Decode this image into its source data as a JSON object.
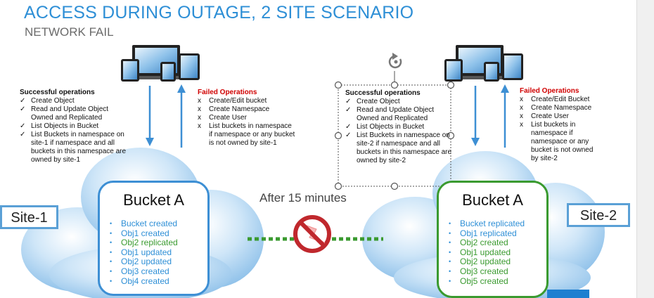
{
  "title": "ACCESS DURING OUTAGE, 2 SITE SCENARIO",
  "subtitle": "NETWORK FAIL",
  "site1": {
    "label": "Site-1",
    "success": {
      "heading": "Successful operations",
      "items": [
        "Create Object",
        "Read and Update Object Owned and Replicated",
        "List Objects in Bucket",
        "List Buckets in namespace on site-1 if namespace and all buckets in this namespace are owned by site-1"
      ]
    },
    "failed": {
      "heading": "Failed Operations",
      "items": [
        "Create/Edit bucket",
        "Create Namespace",
        "Create User",
        "List buckets in namespace if namespace or any bucket is not owned by site-1"
      ]
    },
    "bucket": {
      "title": "Bucket A",
      "items": [
        {
          "text": "Bucket created",
          "color": "#2E8FD6"
        },
        {
          "text": "Obj1 created",
          "color": "#2E8FD6"
        },
        {
          "text": "Obj2 replicated",
          "color": "#3a9a2f"
        },
        {
          "text": "Obj1 updated",
          "color": "#2E8FD6"
        },
        {
          "text": "Obj2 updated",
          "color": "#2E8FD6"
        },
        {
          "text": "Obj3 created",
          "color": "#2E8FD6"
        },
        {
          "text": "Obj4 created",
          "color": "#2E8FD6"
        }
      ]
    }
  },
  "site2": {
    "label": "Site-2",
    "success": {
      "heading": "Successful operations",
      "items": [
        "Create Object",
        "Read and Update Object Owned and Replicated",
        "List Objects in Bucket",
        "List Buckets in namespace on site-2 if namespace and all buckets in this namespace are owned by site-2"
      ]
    },
    "failed": {
      "heading": "Failed Operations",
      "items": [
        "Create/Edit Bucket",
        "Create Namespace",
        "Create User",
        "List buckets in namespace if namespace or any bucket is not owned by site-2"
      ]
    },
    "bucket": {
      "title": "Bucket A",
      "items": [
        {
          "text": "Bucket replicated",
          "color": "#2E8FD6"
        },
        {
          "text": "Obj1 replicated",
          "color": "#2E8FD6"
        },
        {
          "text": "Obj2 created",
          "color": "#3a9a2f"
        },
        {
          "text": "Obj1 updated",
          "color": "#3a9a2f"
        },
        {
          "text": "Obj2 updated",
          "color": "#3a9a2f"
        },
        {
          "text": "Obj3 created",
          "color": "#3a9a2f"
        },
        {
          "text": "Obj5 created",
          "color": "#3a9a2f"
        }
      ]
    }
  },
  "link_label": "After 15 minutes",
  "colors": {
    "title": "#2E8FD6",
    "failed": "#d00000",
    "link": "#3a9a2f",
    "site2_border": "#3a9a2f",
    "cloud": "#9fcdee"
  },
  "icons": {
    "devices": "devices-icon",
    "no_connection": "broken-link-icon",
    "rotate": "rotate-handle-icon"
  }
}
